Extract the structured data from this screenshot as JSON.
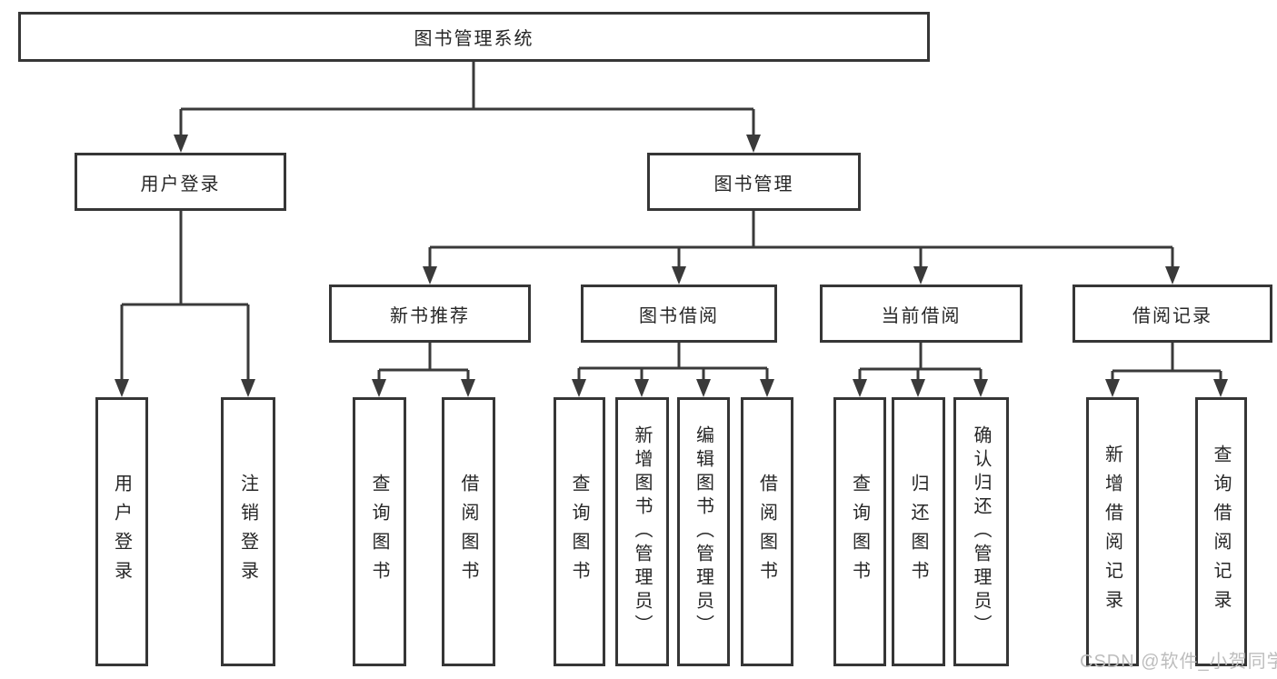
{
  "diagram": {
    "title": "图书管理系统",
    "branches": [
      {
        "label": "用户登录",
        "children": [
          {
            "label": "用户登录"
          },
          {
            "label": "注销登录"
          }
        ]
      },
      {
        "label": "图书管理",
        "children": [
          {
            "label": "新书推荐",
            "children": [
              {
                "label": "查询图书"
              },
              {
                "label": "借阅图书"
              }
            ]
          },
          {
            "label": "图书借阅",
            "children": [
              {
                "label": "查询图书"
              },
              {
                "label": "新增图书（管理员）"
              },
              {
                "label": "编辑图书（管理员）"
              },
              {
                "label": "借阅图书"
              }
            ]
          },
          {
            "label": "当前借阅",
            "children": [
              {
                "label": "查询图书"
              },
              {
                "label": "归还图书"
              },
              {
                "label": "确认归还（管理员）"
              }
            ]
          },
          {
            "label": "借阅记录",
            "children": [
              {
                "label": "新增借阅记录"
              },
              {
                "label": "查询借阅记录"
              }
            ]
          }
        ]
      }
    ]
  },
  "colors": {
    "line": "#3a3a3a",
    "border": "#363636",
    "text": "#262626",
    "watermark": "#bdbdbd"
  },
  "watermark": "CSDN @软件_小贺同学"
}
